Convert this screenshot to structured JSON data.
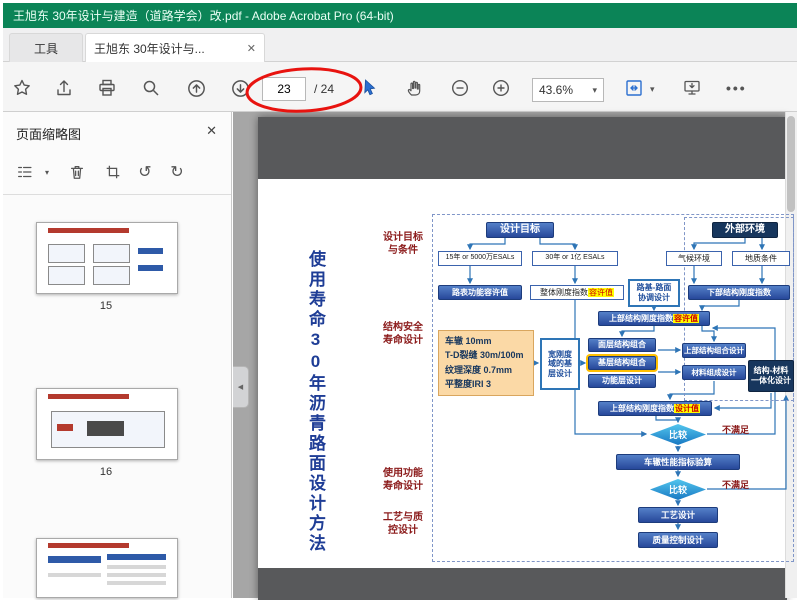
{
  "window": {
    "title": "王旭东 30年设计与建造（道路学会）改.pdf - Adobe Acrobat Pro (64-bit)"
  },
  "tabs": {
    "tools_label": "工具",
    "document_label": "王旭东 30年设计与...",
    "close_glyph": "✕"
  },
  "toolbar": {
    "page_current": "23",
    "page_total_label": "/ 24",
    "zoom_value": "43.6%",
    "caret_glyph": "▾",
    "more_glyph": "•••"
  },
  "panel": {
    "title": "页面缩略图",
    "close_glyph": "✕",
    "rotate_ccw_glyph": "↺",
    "rotate_cw_glyph": "↻",
    "caret_glyph": "▾",
    "collapse_glyph": "◀",
    "thumbnails": [
      {
        "page": "15"
      },
      {
        "page": "16"
      },
      {
        "page": ""
      }
    ]
  },
  "slide": {
    "vertical_title": "使用寿命30年沥青路面设计方法",
    "side_labels": [
      {
        "line1": "设计目标",
        "line2": "与条件"
      },
      {
        "line1": "结构安全",
        "line2": "寿命设计"
      },
      {
        "line1": "使用功能",
        "line2": "寿命设计"
      },
      {
        "line1": "工艺与质",
        "line2": "控设计"
      }
    ],
    "flow": {
      "design_goal": "设计目标",
      "external_env": "外部环境",
      "esal_15": "15年 or 5000万ESALs",
      "esal_30": "30年 or 1亿 ESALs",
      "climate": "气候环境",
      "geology": "地质条件",
      "surface_function": "路表功能容许值",
      "overall_stiffness": "整体刚度指数",
      "allowable_value": "容许值",
      "coord_line1": "路基-路面",
      "coord_line2": "协调设计",
      "lower_stiffness": "下部结构刚度指数",
      "upper_stiffness": "上部结构刚度指数",
      "spec_rut": "车辙 10mm",
      "spec_crack": "T-D裂缝 30m/100m",
      "spec_texture": "纹理深度 0.7mm",
      "spec_iri": "平整度IRI 3",
      "wide_line1": "宽刚度",
      "wide_line2": "域的基",
      "wide_line3": "层设计",
      "surface_combo": "面层结构组合",
      "base_combo": "基层结构组合",
      "functional_layer": "功能层设计",
      "upper_combo": "上部结构组合设计",
      "material_design": "材料组成设计",
      "integrated_line1": "结构-材料",
      "integrated_line2": "一体化设计",
      "design_value": "设计值",
      "compare": "比较",
      "not_satisfied": "不满足",
      "rut_check": "车辙性能指标验算",
      "process_design": "工艺设计",
      "quality_control": "质量控制设计"
    }
  }
}
